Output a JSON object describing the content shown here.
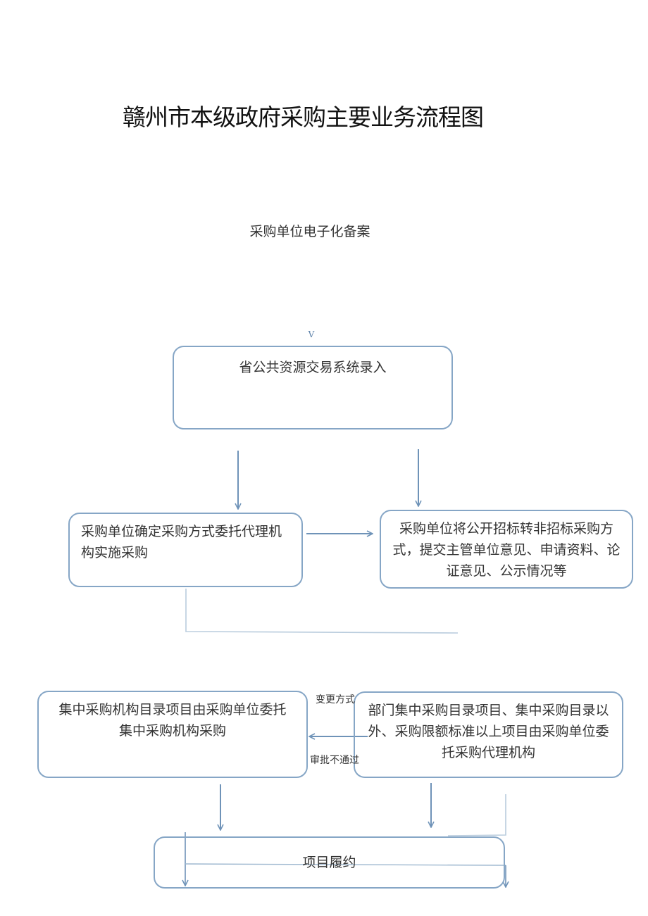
{
  "title": "赣州市本级政府采购主要业务流程图",
  "subtitle": "采购单位电子化备案",
  "mark": "V",
  "nodes": {
    "system_entry": "省公共资源交易系统录入",
    "determine_method": "采购单位确定采购方式委托代理机构实施采购",
    "convert_method": "采购单位将公开招标转非招标采购方式，提交主管单位意见、申请资料、论证意见、公示情况等",
    "central_catalog": "集中采购机构目录项目由采购单位委托集中采购机构采购",
    "department_catalog": "部门集中采购目录项目、集中采购目录以外、采购限额标准以上项目由采购单位委托采购代理机构",
    "contract_performance": "项目履约"
  },
  "edge_labels": {
    "change_method": "变更方式",
    "not_approved": "审批不通过"
  },
  "colors": {
    "box_border": "#86a6c6",
    "arrow": "#6f93b8",
    "line": "#b9ccdd"
  }
}
